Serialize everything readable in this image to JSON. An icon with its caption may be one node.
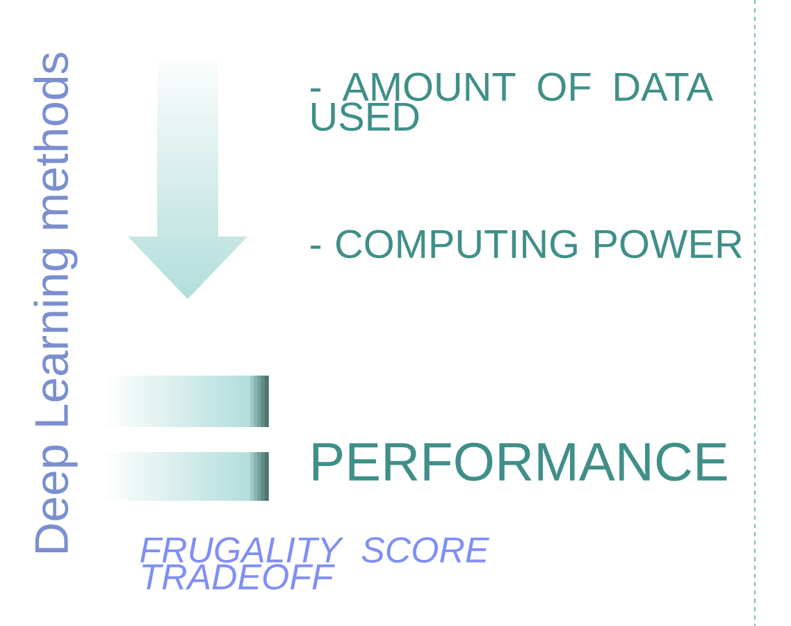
{
  "diagram": {
    "labels": [
      "Deep Learning methods",
      "- AMOUNT OF DATA USED",
      "- COMPUTING POWER",
      "PERFORMANCE",
      "FRUGALITY SCORE TRADEOFF"
    ]
  }
}
